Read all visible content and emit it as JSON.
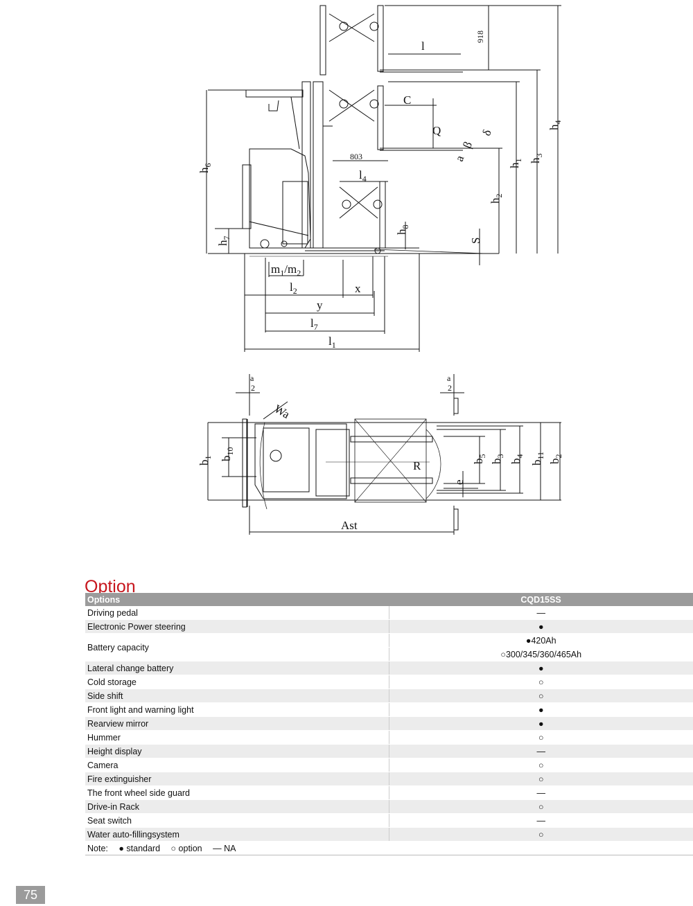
{
  "diagram": {
    "side_labels": {
      "918": "918",
      "l": "l",
      "C": "C",
      "Q": "Q",
      "l_803": "803",
      "h6": "h",
      "h6_sub": "6",
      "h7": "h",
      "h7_sub": "7",
      "h8": "h",
      "h8_sub": "8",
      "h1": "h",
      "h1_sub": "1",
      "h2": "h",
      "h2_sub": "2",
      "h3": "h",
      "h3_sub": "3",
      "h4": "h",
      "h4_sub": "4",
      "l4": "l",
      "l4_sub": "4",
      "S": "S",
      "a": "a",
      "beta": "β",
      "delta": "δ",
      "m1m2": "m",
      "m1_sub": "1",
      "slash": "/",
      "m2_sub": "2",
      "l2": "l",
      "l2_sub": "2",
      "x": "x",
      "y": "y",
      "l7": "l",
      "l7_sub": "7",
      "l1": "l",
      "l1_sub": "1"
    },
    "top_labels": {
      "a": "a",
      "two": "2",
      "Wa": "Wa",
      "b1": "b",
      "b1_sub": "1",
      "b10": "b",
      "b10_sub": "10",
      "b5": "b",
      "b5_sub": "5",
      "b3": "b",
      "b3_sub": "3",
      "b4": "b",
      "b4_sub": "4",
      "b11": "b",
      "b11_sub": "11",
      "b2": "b",
      "b2_sub": "2",
      "e": "e",
      "R": "R",
      "Ast": "Ast"
    }
  },
  "section_title": "Option",
  "table": {
    "header": {
      "col1": "Options",
      "col2": "CQD15SS"
    },
    "rows": [
      {
        "name": "Driving pedal",
        "value": "—"
      },
      {
        "name": "Electronic Power steering",
        "value": "●"
      },
      {
        "name": "Battery capacity",
        "value": "●420Ah",
        "value2": "○300/345/360/465Ah"
      },
      {
        "name": "Lateral change battery",
        "value": "●"
      },
      {
        "name": "Cold storage",
        "value": "○"
      },
      {
        "name": "Side shift",
        "value": "○"
      },
      {
        "name": "Front light and warning light",
        "value": "●"
      },
      {
        "name": "Rearview mirror",
        "value": "●"
      },
      {
        "name": "Hummer",
        "value": "○"
      },
      {
        "name": "Height display",
        "value": "—"
      },
      {
        "name": "Camera",
        "value": "○"
      },
      {
        "name": "Fire extinguisher",
        "value": "○"
      },
      {
        "name": "The front wheel side guard",
        "value": "—"
      },
      {
        "name": "Drive-in Rack",
        "value": "○"
      },
      {
        "name": "Seat switch",
        "value": "—"
      },
      {
        "name": "Water auto-fillingsystem",
        "value": "○"
      }
    ],
    "note": {
      "label": "Note:",
      "standard": "● standard",
      "option": "○ option",
      "na": "— NA"
    }
  },
  "page_number": "75",
  "colors": {
    "title_red": "#c7161d",
    "header_gray": "#9b9b9b",
    "stripe": "#ececec"
  }
}
